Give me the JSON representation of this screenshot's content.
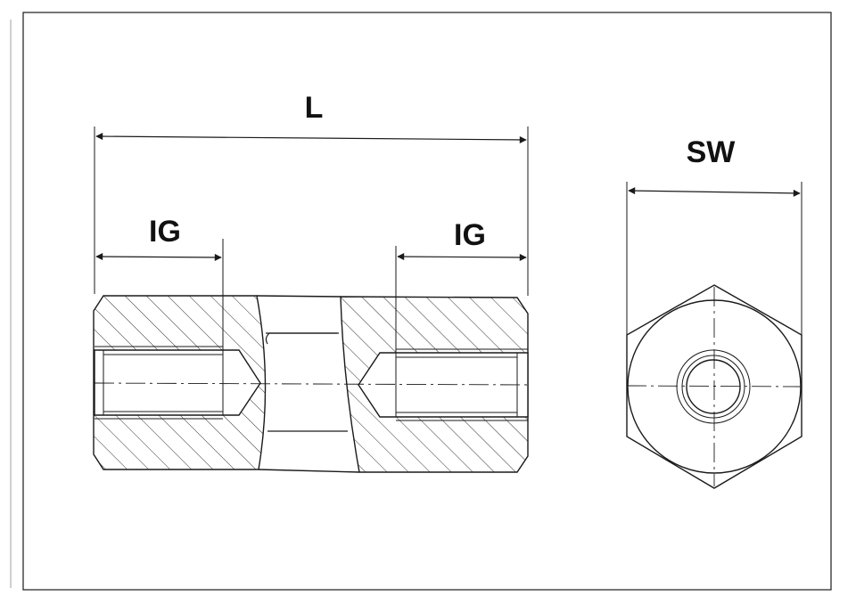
{
  "labels": {
    "length": "L",
    "thread_left": "IG",
    "thread_right": "IG",
    "width_across_flats": "SW"
  },
  "colors": {
    "line": "#1a1a1a",
    "hatch": "#333333",
    "background": "#ffffff"
  }
}
